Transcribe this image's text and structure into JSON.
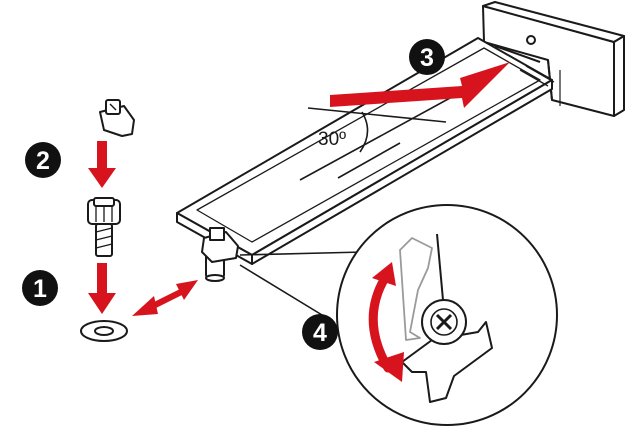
{
  "steps": [
    {
      "number": "1"
    },
    {
      "number": "2"
    },
    {
      "number": "3"
    },
    {
      "number": "4"
    }
  ],
  "angle_label": "30º",
  "colors": {
    "arrow_red": "#d7141e",
    "line": "#1a1a1a",
    "fill": "#ffffff",
    "badge": "#111111",
    "latch_gray": "#9a9a9a"
  },
  "icons": {
    "screw_cross": "cross-icon"
  }
}
